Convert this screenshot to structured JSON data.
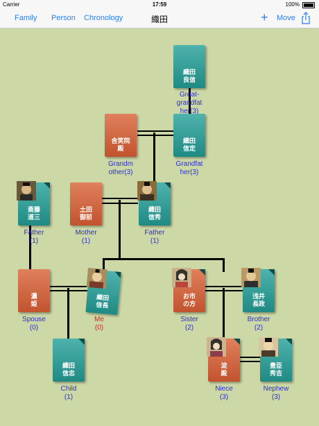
{
  "status": {
    "carrier": "Carrier",
    "time": "17:59",
    "battery": "100%"
  },
  "nav": {
    "family": "Family",
    "person": "Person",
    "chronology": "Chronology",
    "title": "織田",
    "add": "+",
    "move": "Move",
    "share_icon": "share-icon"
  },
  "people": [
    {
      "id": "great-grandfather",
      "name": "織田\n良信",
      "relation": "Great-\ngrandfat\nher(3)",
      "gender": "male"
    },
    {
      "id": "grandmother",
      "name": "含笑院\n殿",
      "relation": "Grandm\nother(3)",
      "gender": "female"
    },
    {
      "id": "grandfather",
      "name": "織田\n信定",
      "relation": "Grandfat\nher(3)",
      "gender": "male"
    },
    {
      "id": "fathers-father-in-law",
      "name": "斎藤\n道三",
      "relation": "Father\n(1)",
      "gender": "male",
      "portrait": true
    },
    {
      "id": "mother",
      "name": "土田\n御前",
      "relation": "Mother\n(1)",
      "gender": "female"
    },
    {
      "id": "father",
      "name": "織田\n信秀",
      "relation": "Father\n(1)",
      "gender": "male",
      "portrait": true
    },
    {
      "id": "spouse",
      "name": "濃\n姫",
      "relation": "Spouse\n(0)",
      "gender": "female"
    },
    {
      "id": "me",
      "name": "織田\n信長",
      "relation": "Me\n(0)",
      "gender": "male",
      "portrait": true,
      "is_me": true
    },
    {
      "id": "sister",
      "name": "お市\nの方",
      "relation": "Sister\n(2)",
      "gender": "female",
      "portrait": true
    },
    {
      "id": "brother",
      "name": "浅井\n長政",
      "relation": "Brother\n(2)",
      "gender": "male",
      "portrait": true
    },
    {
      "id": "child",
      "name": "織田\n信忠",
      "relation": "Child\n(1)",
      "gender": "male"
    },
    {
      "id": "niece",
      "name": "淀\n殿",
      "relation": "Niece\n(3)",
      "gender": "female",
      "portrait": true
    },
    {
      "id": "nephew",
      "name": "豊臣\n秀吉",
      "relation": "Nephew\n(3)",
      "gender": "male",
      "portrait": true
    }
  ],
  "colors": {
    "background": "#ccd9a6",
    "male_card": "#2a958f",
    "female_card": "#cf6440",
    "relation_text": "#2b2bd6",
    "me_text": "#e02020",
    "accent": "#2a7ef5"
  }
}
